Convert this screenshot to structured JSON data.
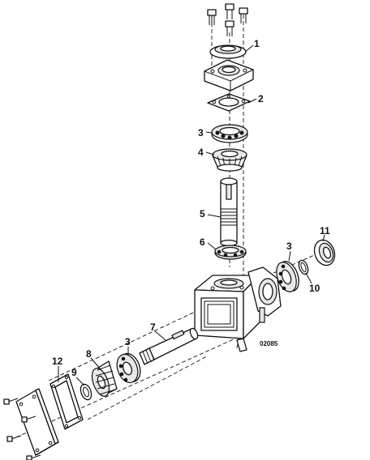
{
  "callouts": {
    "c1": "1",
    "c2": "2",
    "c3a": "3",
    "c4": "4",
    "c5": "5",
    "c6": "6",
    "c3b": "3",
    "c11": "11",
    "c10": "10",
    "c7": "7",
    "c3c": "3",
    "c8": "8",
    "c9": "9",
    "c12": "12"
  },
  "figure_ref": "02085"
}
